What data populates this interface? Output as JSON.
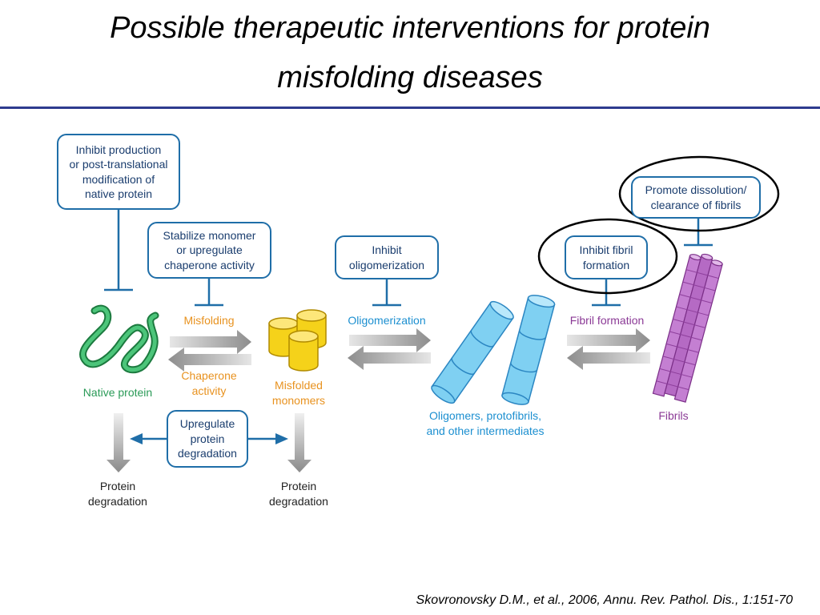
{
  "title": {
    "line1": "Possible therapeutic interventions for protein",
    "line2": "misfolding diseases"
  },
  "boxes": {
    "inhibit_production": [
      "Inhibit production",
      "or post-translational",
      "modification of",
      "native protein"
    ],
    "stabilize_monomer": [
      "Stabilize monomer",
      "or upregulate",
      "chaperone activity"
    ],
    "inhibit_oligomerization": [
      "Inhibit",
      "oligomerization"
    ],
    "inhibit_fibril": [
      "Inhibit fibril",
      "formation"
    ],
    "promote_dissolution": [
      "Promote dissolution/",
      "clearance of fibrils"
    ],
    "upregulate_degradation": [
      "Upregulate",
      "protein",
      "degradation"
    ]
  },
  "labels": {
    "misfolding": "Misfolding",
    "chaperone_activity": [
      "Chaperone",
      "activity"
    ],
    "native_protein": "Native protein",
    "misfolded_monomers": [
      "Misfolded",
      "monomers"
    ],
    "oligomerization": "Oligomerization",
    "oligomers": [
      "Oligomers, protofibrils,",
      "and other intermediates"
    ],
    "fibril_formation": "Fibril formation",
    "fibrils": "Fibrils",
    "protein_degradation_left": [
      "Protein",
      "degradation"
    ],
    "protein_degradation_right": [
      "Protein",
      "degradation"
    ]
  },
  "citation": "Skovronovsky D.M., et al., 2006, Annu. Rev. Pathol. Dis., 1:151-70",
  "colors": {
    "rule": "#2e3b8f",
    "box_border": "#1f6ea8",
    "box_text": "#1a3d6e",
    "misfolding_label": "#e8921f",
    "native_protein": "#2a9a57",
    "oligomer": "#1c8fd0",
    "fibril": "#8b3a96",
    "monomer_fill": "#f5d21a",
    "oligomer_fill": "#7fd0f2",
    "fibril_fill": "#c47fd2"
  }
}
